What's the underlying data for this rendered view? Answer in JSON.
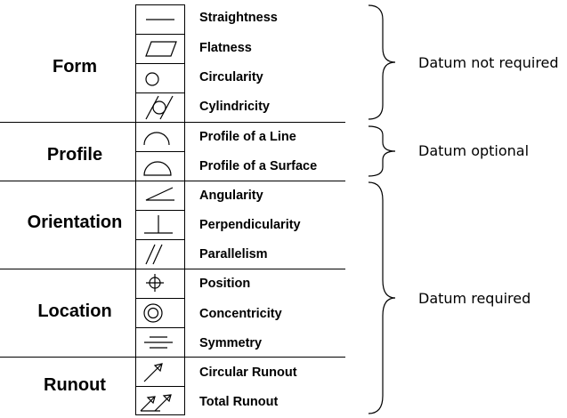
{
  "groups": [
    {
      "name": "Form"
    },
    {
      "name": "Profile"
    },
    {
      "name": "Orientation"
    },
    {
      "name": "Location"
    },
    {
      "name": "Runout"
    }
  ],
  "rows": [
    {
      "label": "Straightness",
      "icon": "straightness-icon"
    },
    {
      "label": "Flatness",
      "icon": "flatness-icon"
    },
    {
      "label": "Circularity",
      "icon": "circularity-icon"
    },
    {
      "label": "Cylindricity",
      "icon": "cylindricity-icon"
    },
    {
      "label": "Profile of a Line",
      "icon": "profile-line-icon"
    },
    {
      "label": "Profile of a Surface",
      "icon": "profile-surface-icon"
    },
    {
      "label": "Angularity",
      "icon": "angularity-icon"
    },
    {
      "label": "Perpendicularity",
      "icon": "perpendicularity-icon"
    },
    {
      "label": "Parallelism",
      "icon": "parallelism-icon"
    },
    {
      "label": "Position",
      "icon": "position-icon"
    },
    {
      "label": "Concentricity",
      "icon": "concentricity-icon"
    },
    {
      "label": "Symmetry",
      "icon": "symmetry-icon"
    },
    {
      "label": "Circular Runout",
      "icon": "circular-runout-icon"
    },
    {
      "label": "Total Runout",
      "icon": "total-runout-icon"
    }
  ],
  "notes": [
    {
      "text": "Datum not required"
    },
    {
      "text": "Datum optional"
    },
    {
      "text": "Datum required"
    }
  ]
}
